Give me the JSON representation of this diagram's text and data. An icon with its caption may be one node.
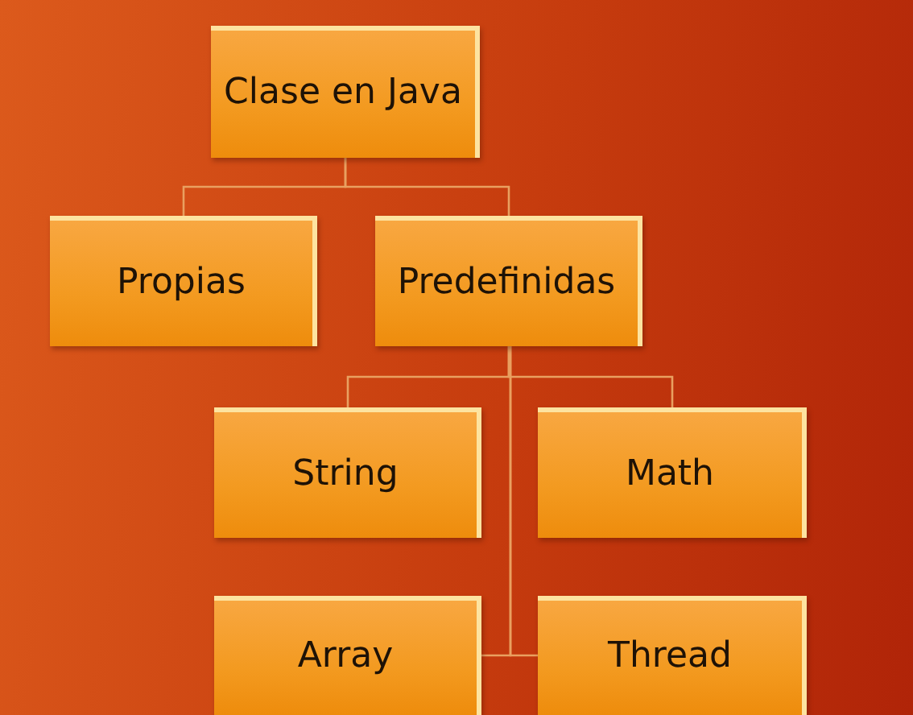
{
  "diagram": {
    "nodes": [
      {
        "text": [
          "Clase en Java"
        ]
      },
      {
        "text": [
          "Propias"
        ]
      },
      {
        "text": [
          "Predefinidas"
        ]
      },
      {
        "text": [
          "String"
        ]
      },
      {
        "text": [
          "Math"
        ]
      },
      {
        "text": [
          "Array"
        ]
      },
      {
        "text": [
          "Thread"
        ]
      }
    ],
    "edges": [
      {
        "from": 0,
        "to": 1,
        "arrow": "none"
      },
      {
        "from": 0,
        "to": 2,
        "arrow": "none"
      },
      {
        "from": 2,
        "to": 3,
        "arrow": "none"
      },
      {
        "from": 2,
        "to": 4,
        "arrow": "none"
      },
      {
        "from": 2,
        "to": 5,
        "arrow": "none"
      },
      {
        "from": 2,
        "to": 6,
        "arrow": "none"
      }
    ]
  }
}
